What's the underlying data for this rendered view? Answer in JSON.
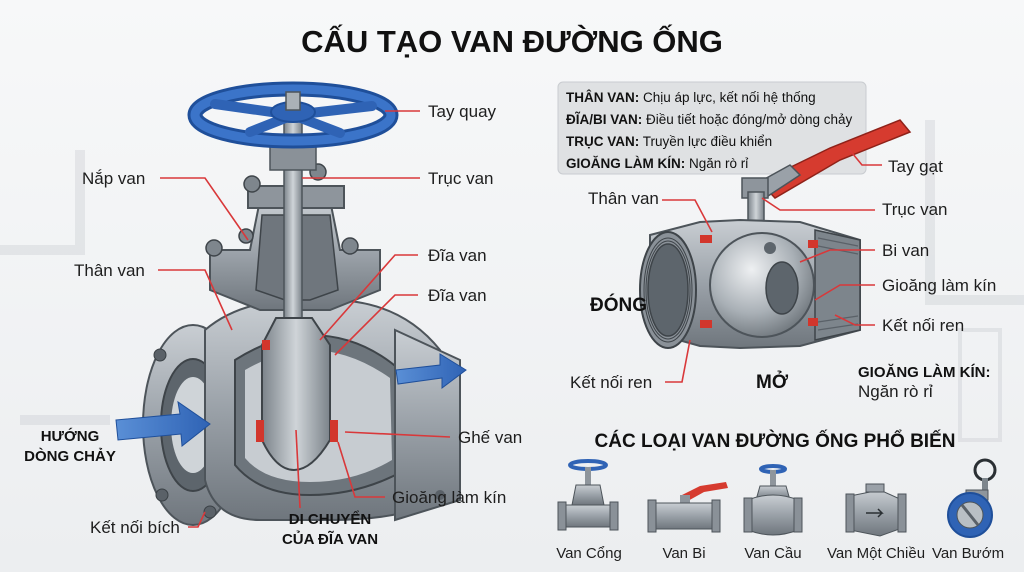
{
  "title": "CẤU TẠO VAN ĐƯỜNG ỐNG",
  "gate_valve": {
    "labels": {
      "handwheel": "Tay quay",
      "bonnet": "Nắp van",
      "stem": "Trục van",
      "body": "Thân van",
      "disc_1": "Đĩa van",
      "disc_2": "Đĩa van",
      "seat": "Ghế van",
      "seal": "Gioăng làm kín",
      "flange": "Kết nối bích"
    },
    "flow_dir_1": "HƯỚNG",
    "flow_dir_2": "DÒNG CHẢY",
    "disc_move_1": "DI CHUYỂN",
    "disc_move_2": "CỦA ĐĨA VAN"
  },
  "info_box": [
    {
      "term": "THÂN VAN:",
      "desc": " Chịu áp lực, kết nối hệ thống"
    },
    {
      "term": "ĐĨA/BI VAN:",
      "desc": " Điều tiết hoặc đóng/mở dòng chảy"
    },
    {
      "term": "TRỤC VAN:",
      "desc": " Truyền lực điều khiển"
    },
    {
      "term": "GIOĂNG LÀM KÍN:",
      "desc": " Ngăn rò rỉ"
    }
  ],
  "ball_valve": {
    "labels": {
      "lever": "Tay gạt",
      "body": "Thân van",
      "stem": "Trục van",
      "ball": "Bi van",
      "seal": "Gioăng làm kín",
      "thread_right": "Kết nối ren",
      "thread_left": "Kết nối ren"
    },
    "closed": "ĐÓNG",
    "open": "MỞ",
    "seal_note_title": "GIOĂNG LÀM KÍN:",
    "seal_note_desc": "Ngăn rò rỉ"
  },
  "types_section": {
    "title": "CÁC LOẠI VAN ĐƯỜNG ỐNG PHỔ BIẾN",
    "items": [
      {
        "label": "Van Cổng",
        "icon": "gate-valve-icon"
      },
      {
        "label": "Van Bi",
        "icon": "ball-valve-icon"
      },
      {
        "label": "Van Cầu",
        "icon": "globe-valve-icon"
      },
      {
        "label": "Van Một Chiều",
        "icon": "check-valve-icon"
      },
      {
        "label": "Van Bướm",
        "icon": "butterfly-valve-icon"
      }
    ]
  },
  "colors": {
    "wheel_blue": "#2f63b5",
    "lever_red": "#d63b2f",
    "metal": "#9aa1a8",
    "leader": "#d9383a",
    "seal_red": "#d2362c"
  }
}
